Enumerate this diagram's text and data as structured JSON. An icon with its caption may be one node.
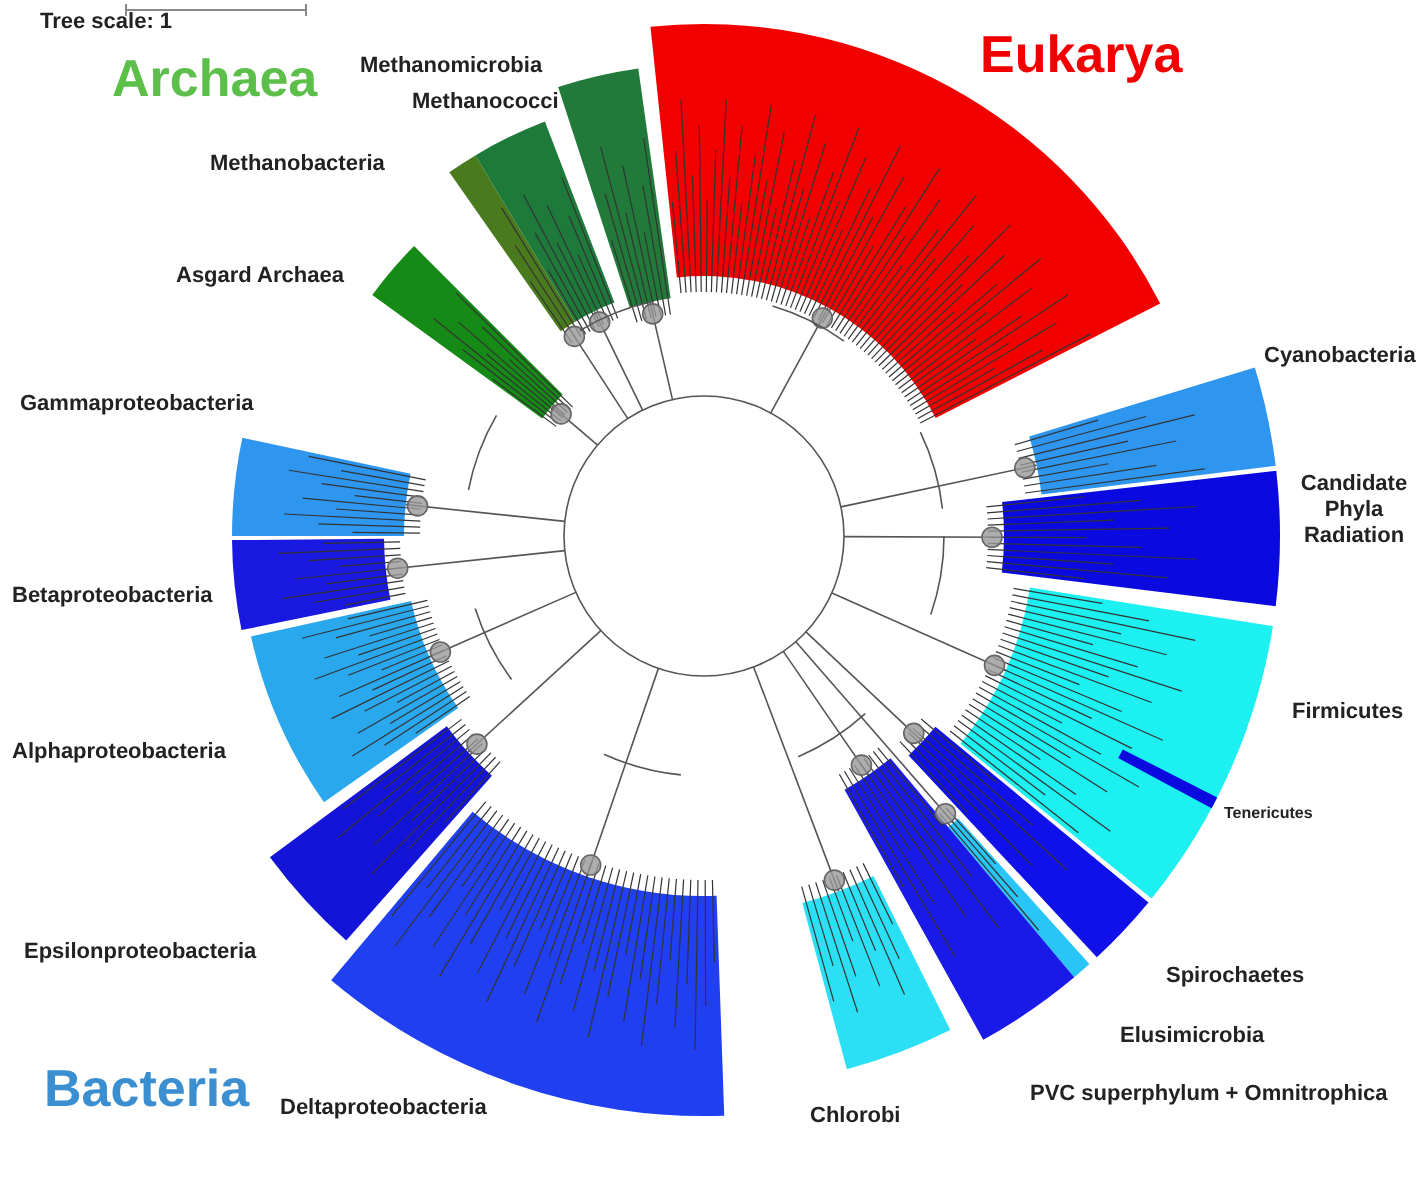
{
  "diagram": {
    "nodes": [
      {
        "text": [
          "Methanomicrobia"
        ]
      },
      {
        "text": [
          "Eukarya"
        ]
      },
      {
        "text": [
          "Methanococci"
        ]
      },
      {
        "text": [
          "Methanobacteria"
        ]
      },
      {
        "text": [
          "Asgard Archaea"
        ]
      },
      {
        "text": [
          "Cyanobacteria"
        ]
      },
      {
        "text": [
          "Gammaproteobacteria"
        ]
      },
      {
        "text": [
          "Candidate Phyla Radiation"
        ]
      },
      {
        "text": [
          "Betaproteobacteria"
        ]
      },
      {
        "text": [
          "Firmicutes"
        ]
      },
      {
        "text": [
          "Tenericutes"
        ],
        "in": 9
      },
      {
        "text": [
          "Alphaproteobacteria"
        ]
      },
      {
        "text": [
          "Epsilonproteobacteria"
        ]
      },
      {
        "text": [
          "Spirochaetes"
        ]
      },
      {
        "text": [
          "Elusimicrobia"
        ]
      },
      {
        "text": [
          "PVC superphylum + Omnitrophica"
        ]
      },
      {
        "text": [
          "Deltaproteobacteria"
        ]
      },
      {
        "text": [
          "Chlorobi"
        ]
      }
    ],
    "labels": [
      "Tree scale: 1",
      "Archaea",
      "Bacteria"
    ]
  }
}
